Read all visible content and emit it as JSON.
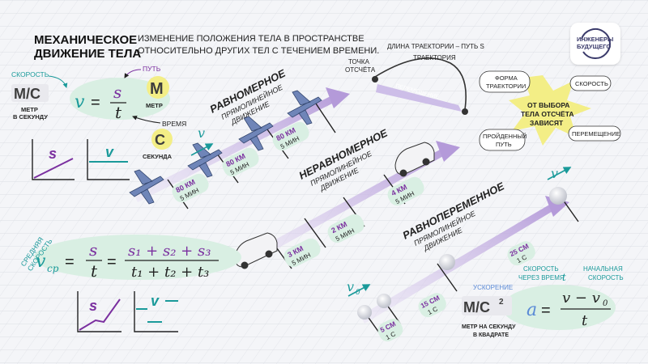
{
  "header": {
    "title_line1": "МЕХАНИЧЕСКОЕ",
    "title_line2": "ДВИЖЕНИЕ ТЕЛА",
    "desc_line1": "ИЗМЕНЕНИЕ ПОЛОЖЕНИЯ ТЕЛА В ПРОСТРАНСТВЕ",
    "desc_line2": "ОТНОСИТЕЛЬНО ДРУГИХ ТЕЛ С ТЕЧЕНИЕМ ВРЕМЕНИ."
  },
  "logo": {
    "line1": "ИНЖЕНЕРЫ",
    "line2": "БУДУЩЕГО"
  },
  "speed_formula": {
    "label_speed": "СКОРОСТЬ",
    "label_path": "ПУТЬ",
    "label_time": "ВРЕМЯ",
    "unit_speed": "М/С",
    "unit_speed_caption1": "МЕТР",
    "unit_speed_caption2": "В СЕКУНДУ",
    "unit_meter": "М",
    "unit_meter_caption": "МЕТР",
    "unit_second": "С",
    "unit_second_caption": "СЕКУНДА",
    "lhs": "v",
    "num": "s",
    "den": "t",
    "graph1_label": "s",
    "graph2_label": "v"
  },
  "avg_formula": {
    "label1": "СРЕДНЯЯ",
    "label2": "СКОРОСТЬ",
    "lhs": "v",
    "lhs_sub": "ср",
    "frac1_num": "s",
    "frac1_den": "t",
    "frac2_num": "s₁ + s₂ + s₃",
    "frac2_den": "t₁ + t₂ + t₃",
    "graph1_label": "s",
    "graph2_label": "v"
  },
  "trajectory": {
    "point_label1": "ТОЧКА",
    "point_label2": "ОТСЧЁТА",
    "length_label": "ДЛИНА ТРАЕКТОРИИ – ПУТЬ S",
    "traj_label": "ТРАЕКТОРИЯ",
    "displacement_label": "ПЕРЕМЕЩЕНИЕ"
  },
  "relative": {
    "center1": "ОТ ВЫБОРА",
    "center2": "ТЕЛА ОТСЧЁТА",
    "center3": "ЗАВИСЯТ",
    "b1a": "ФОРМА",
    "b1b": "ТРАЕКТОРИИ",
    "b2": "СКОРОСТЬ",
    "b3a": "ПРОЙДЕННЫЙ",
    "b3b": "ПУТЬ",
    "b4": "ПЕРЕМЕЩЕНИЕ"
  },
  "uniform": {
    "title1": "РАВНОМЕРНОЕ",
    "title2": "ПРЯМОЛИНЕЙНОЕ",
    "title3": "ДВИЖЕНИЕ",
    "vector": "v",
    "segments": [
      {
        "dist": "80 КМ",
        "time": "5 МИН"
      },
      {
        "dist": "80 КМ",
        "time": "5 МИН"
      },
      {
        "dist": "80 КМ",
        "time": "5 МИН"
      }
    ]
  },
  "nonuniform": {
    "title1": "НЕРАВНОМЕРНОЕ",
    "title2": "ПРЯМОЛИНЕЙНОЕ",
    "title3": "ДВИЖЕНИЕ",
    "segments": [
      {
        "dist": "3 КМ",
        "time": "5 МИН"
      },
      {
        "dist": "2 КМ",
        "time": "5 МИН"
      },
      {
        "dist": "4 КМ",
        "time": "5 МИН"
      }
    ]
  },
  "accelerated": {
    "title1": "РАВНОПЕРЕМЕННОЕ",
    "title2": "ПРЯМОЛИНЕЙНОЕ",
    "title3": "ДВИЖЕНИЕ",
    "vector_end": "v",
    "vector_start": "v",
    "vector_start_sub": "0",
    "segments": [
      {
        "dist": "5 СМ",
        "time": "1 С"
      },
      {
        "dist": "15 СМ",
        "time": "1 С"
      },
      {
        "dist": "25 СМ",
        "time": "1 С"
      }
    ]
  },
  "accel_formula": {
    "label_speed_after1": "СКОРОСТЬ",
    "label_speed_after2": "ЧЕРЕЗ ВРЕМЯ",
    "label_t": "t",
    "label_initial1": "НАЧАЛЬНАЯ",
    "label_initial2": "СКОРОСТЬ",
    "label_accel": "УСКОРЕНИЕ",
    "unit": "М/С",
    "unit_pow": "2",
    "unit_caption1": "МЕТР НА СЕКУНДУ",
    "unit_caption2": "В КВАДРАТЕ",
    "lhs": "a",
    "num": "v − v",
    "num_sub": "0",
    "den": "t"
  },
  "colors": {
    "purple": "#7a2f9f",
    "teal": "#1a9a9a",
    "lavender": "#c9b8e6",
    "mint": "#d9efe3",
    "yellow": "#f3ee86"
  }
}
